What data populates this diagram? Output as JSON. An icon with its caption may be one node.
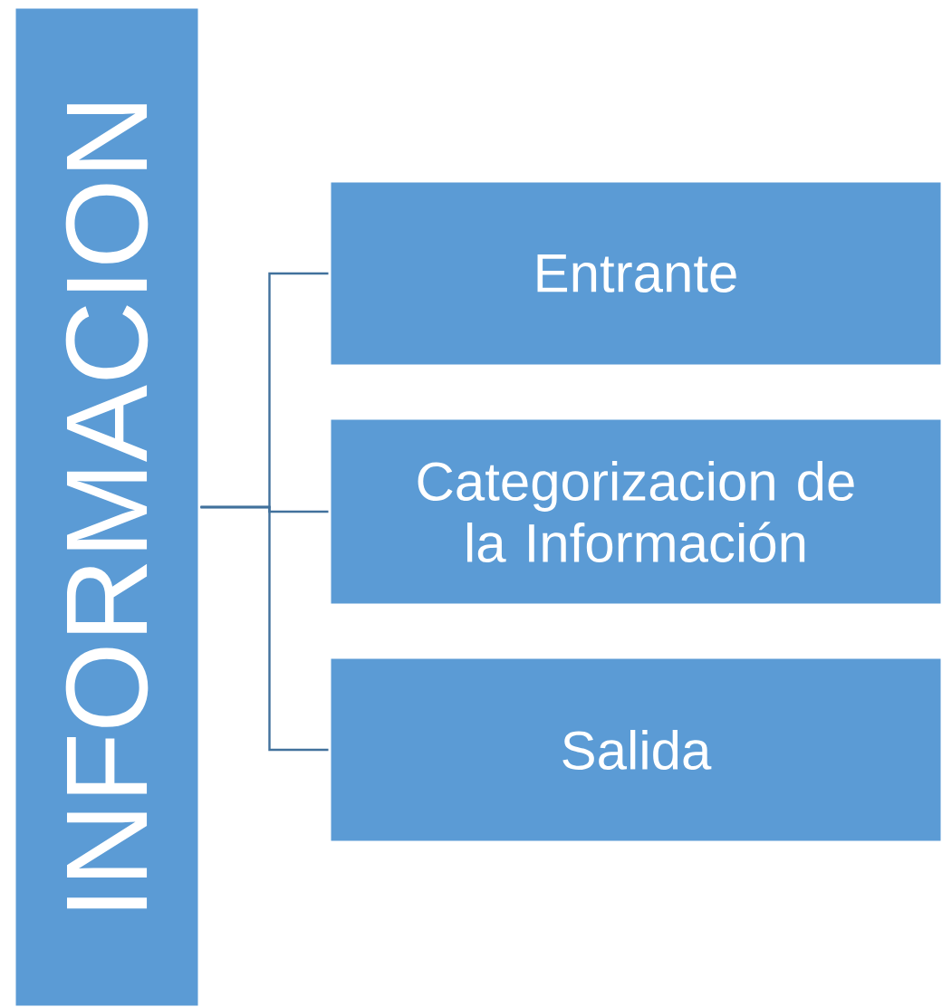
{
  "diagram": {
    "nodes": [
      {
        "text": [
          "INFORMACION"
        ]
      },
      {
        "text": [
          "Entrante"
        ]
      },
      {
        "text": [
          "Categorizacion de la Información"
        ]
      },
      {
        "text": [
          "Salida"
        ]
      }
    ],
    "edges": [
      {
        "from": 0,
        "to": 1,
        "arrow": "none"
      },
      {
        "from": 0,
        "to": 2,
        "arrow": "none"
      },
      {
        "from": 0,
        "to": 3,
        "arrow": "none"
      }
    ]
  }
}
